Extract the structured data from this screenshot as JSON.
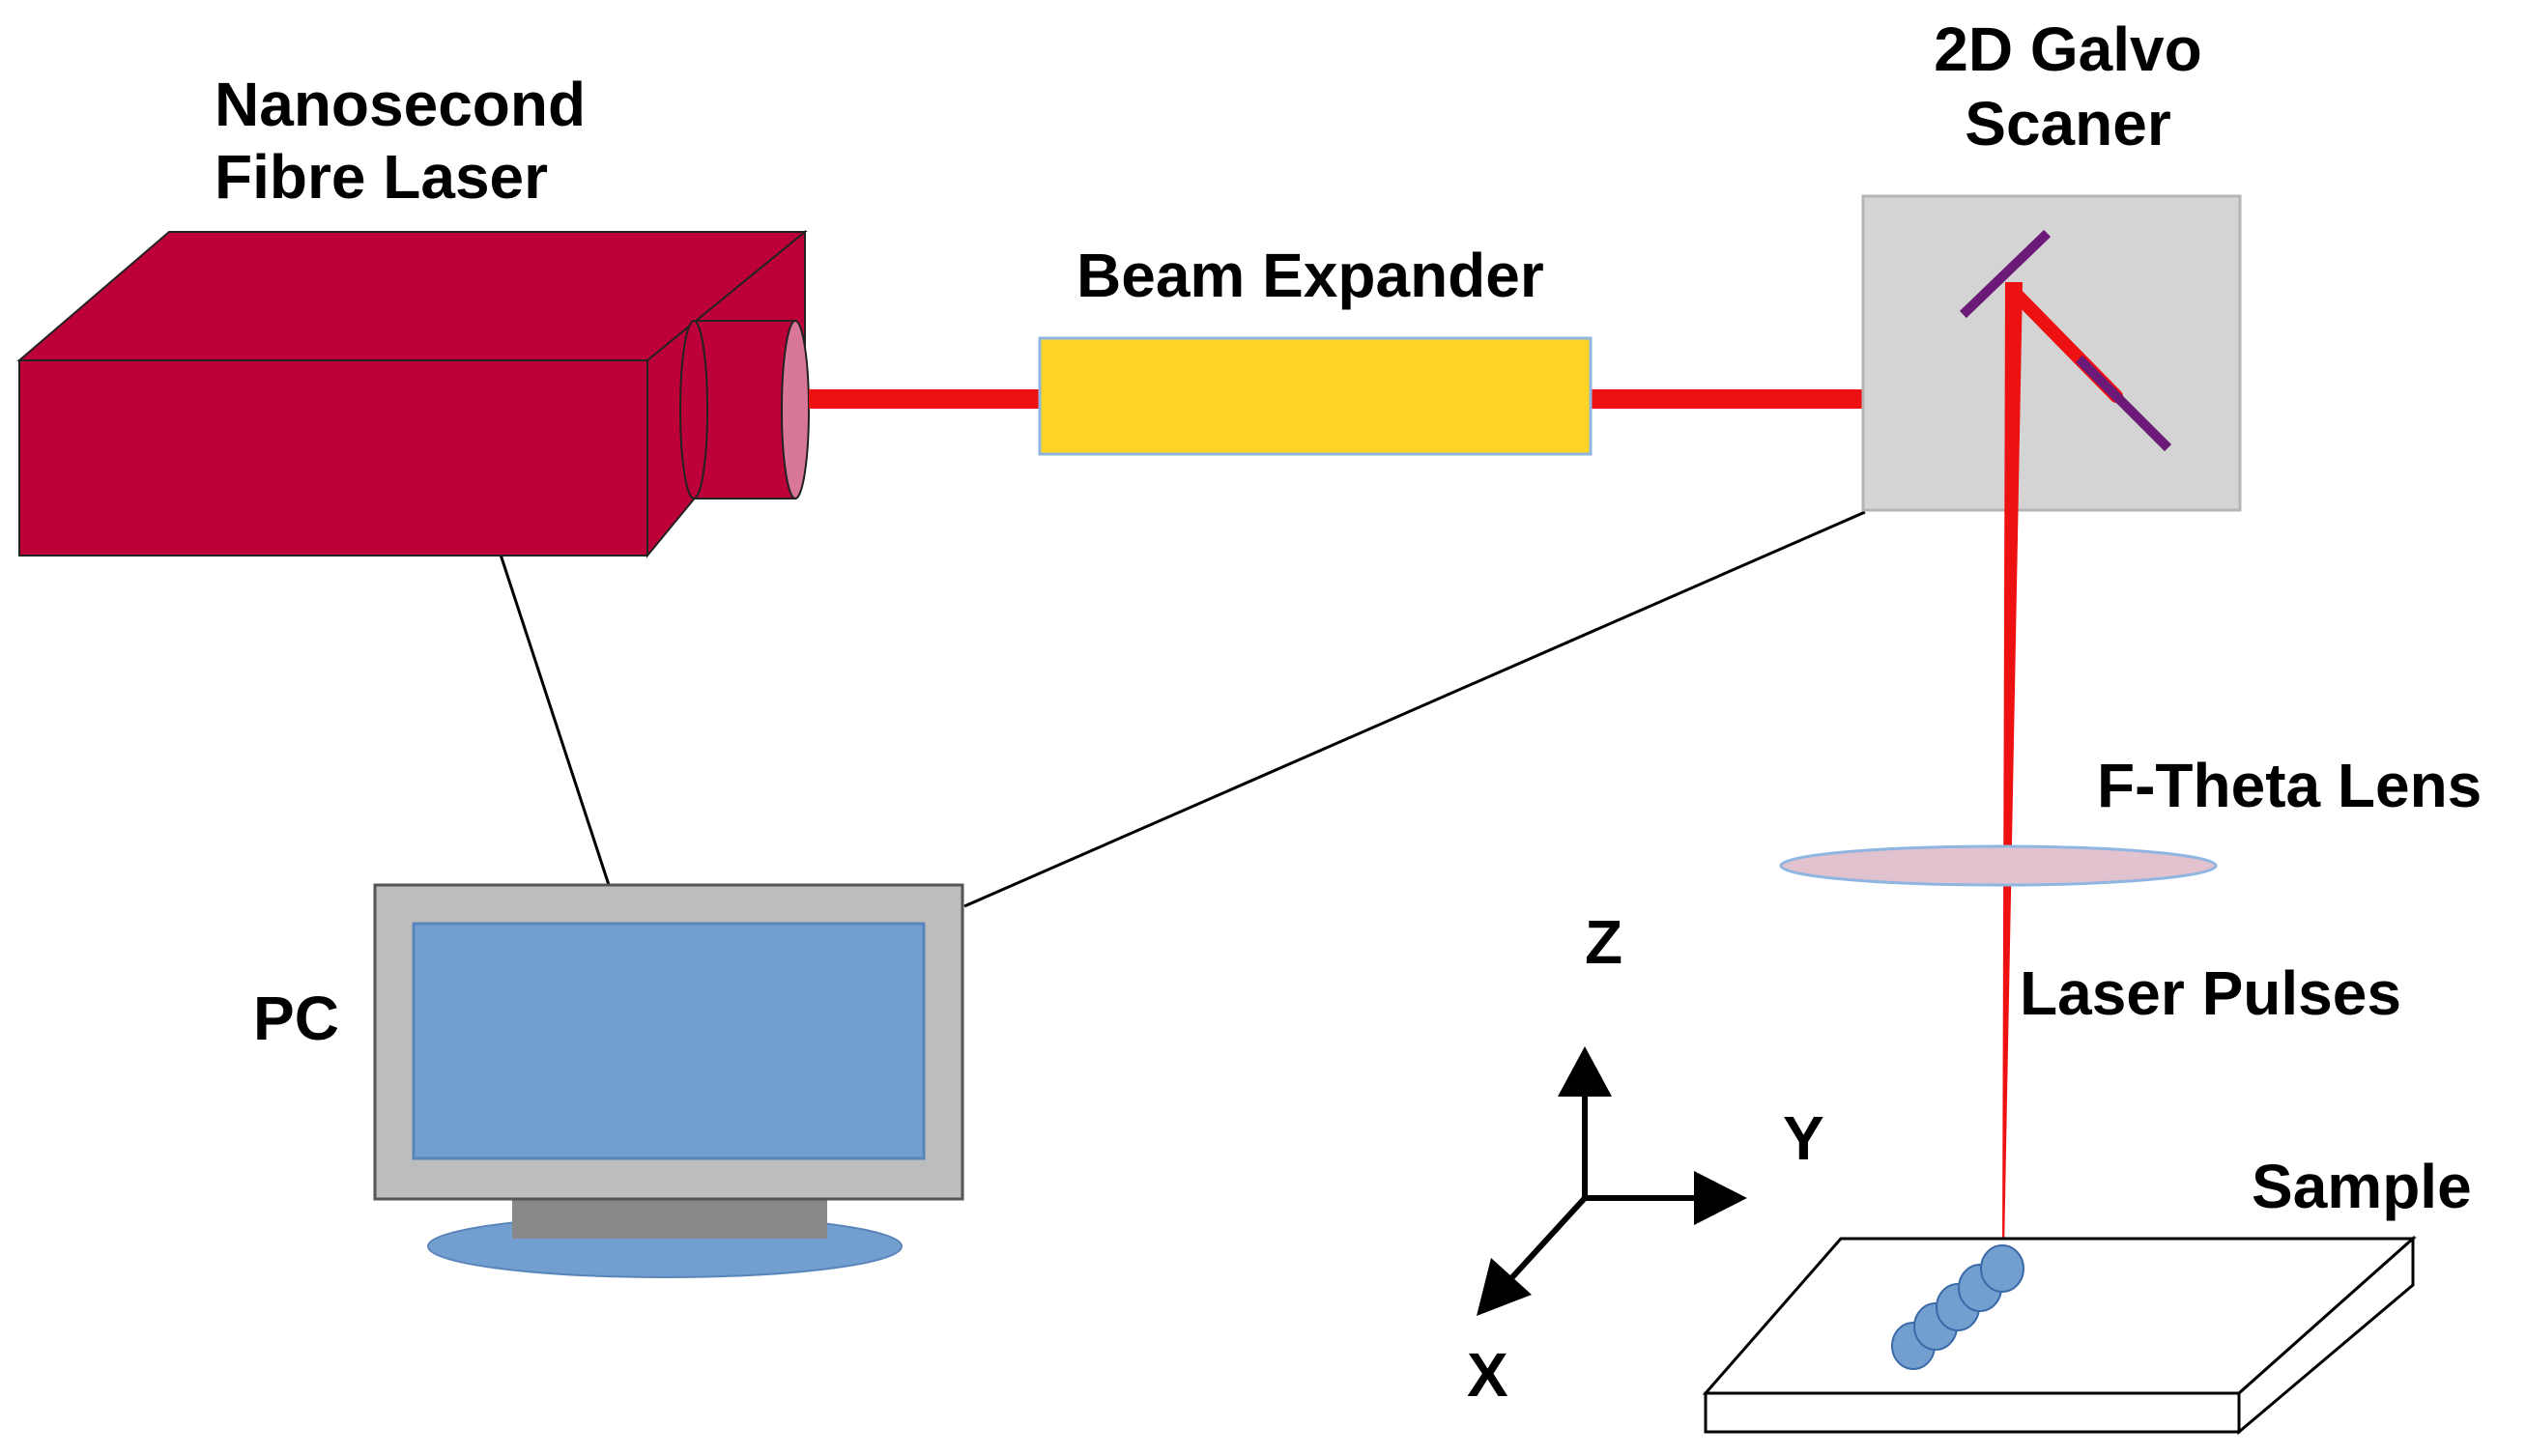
{
  "labels": {
    "laser_line1": "Nanosecond",
    "laser_line2": "Fibre Laser",
    "beam_expander": "Beam Expander",
    "galvo_line1": "2D Galvo",
    "galvo_line2": "Scaner",
    "ftheta_lens": "F-Theta Lens",
    "laser_pulses": "Laser Pulses",
    "sample": "Sample",
    "pc": "PC",
    "axis_z": "Z",
    "axis_y": "Y",
    "axis_x": "X"
  },
  "colors": {
    "laser_body": "#BE0039",
    "laser_beam": "#EE1111",
    "beam_expander": "#FED527",
    "galvo_box": "#D4D4D4",
    "mirror": "#6B1A78",
    "lens": "#E3C2CF",
    "monitor_frame": "#BDBDBD",
    "screen": "#729FCF",
    "pulse_dots": "#729FCF"
  }
}
